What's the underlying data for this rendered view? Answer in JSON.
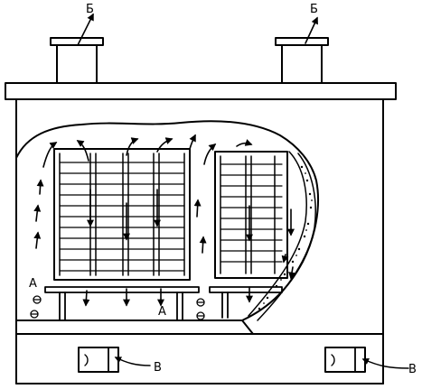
{
  "labels": {
    "outlet_left": "Б",
    "outlet_right": "Б",
    "air_inlet_main": "А",
    "air_inlet_bottom": "А",
    "vent_left": "В",
    "vent_right": "В"
  },
  "colors": {
    "stroke": "#000000",
    "background": "#ffffff"
  }
}
